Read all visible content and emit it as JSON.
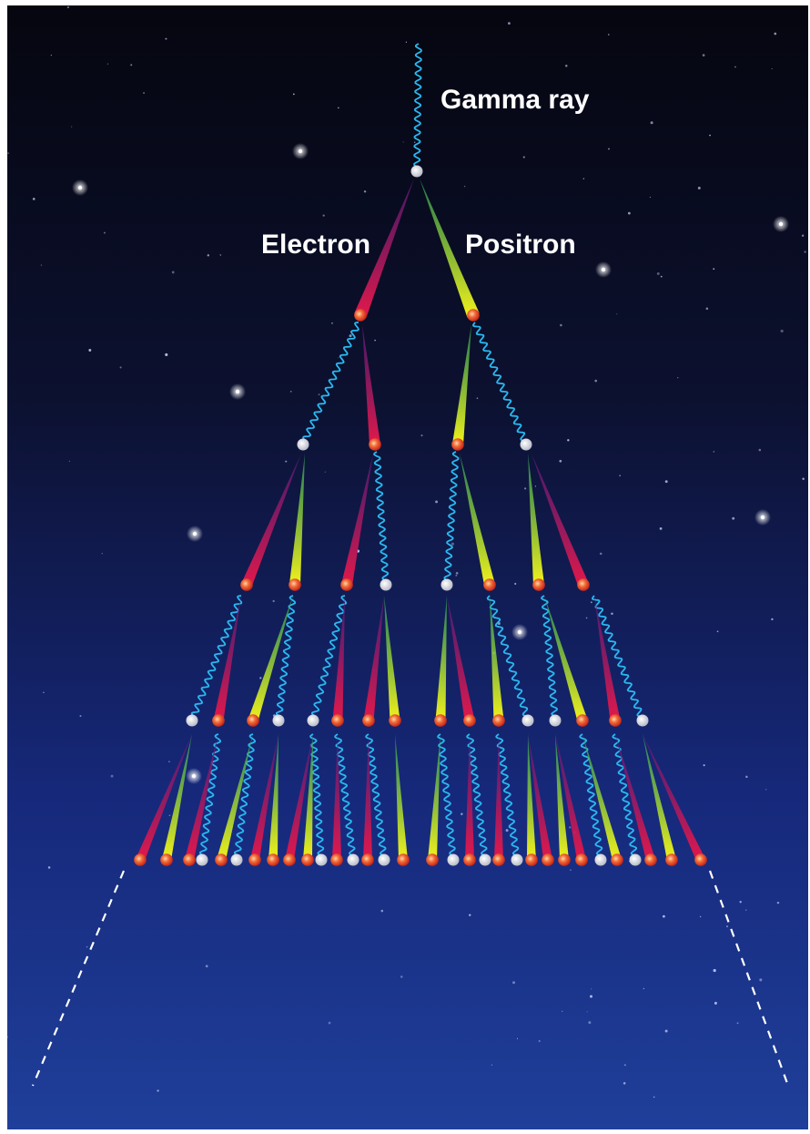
{
  "labels": {
    "gamma_ray": "Gamma ray",
    "electron": "Electron",
    "positron": "Positron"
  },
  "colors": {
    "sky_top": "#05060f",
    "sky_mid": "#121a45",
    "sky_bottom": "#1d3a93",
    "photon": "#2ab8f0",
    "electron": "#c2184f",
    "positron": "#e9ec1a",
    "electron_node": "#f26b38",
    "photon_node": "#e4e6ec",
    "cone_edge": "#ffffff"
  },
  "icons": {
    "photon_node": "white-sphere-icon",
    "electron_node": "orange-sphere-icon"
  }
}
